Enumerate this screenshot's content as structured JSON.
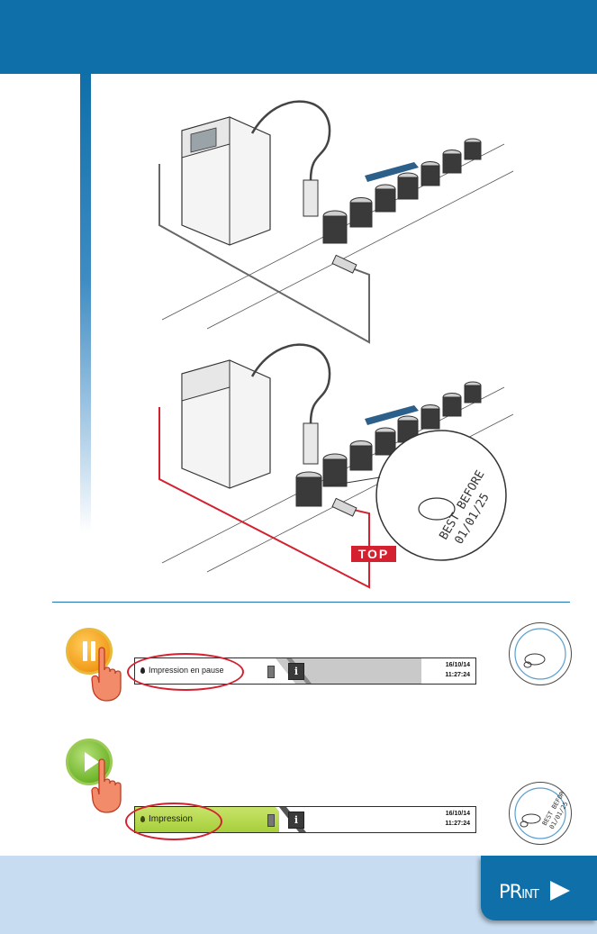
{
  "colors": {
    "header_blue": "#0f6fa8",
    "band_light_blue": "#c7dcf0",
    "alert_red": "#d32130",
    "pause_orange": "#f29a1a",
    "play_green": "#6eb52b"
  },
  "illustration": {
    "top_label": "TOP",
    "can_print_line1": "BEST BEFORE",
    "can_print_line2": "01/01/25"
  },
  "status_bars": [
    {
      "label": "Impression en pause",
      "date": "16/10/14",
      "time": "11:27:24",
      "state_icon": "pause-icon"
    },
    {
      "label": "Impression",
      "date": "16/10/14",
      "time": "11:27:24",
      "state_icon": "play-icon"
    }
  ],
  "icons": {
    "info": "i",
    "battery": "battery-icon",
    "hand": "hand-pointer-icon"
  },
  "print_button": {
    "label_big": "PR",
    "label_small": "INT",
    "arrow_icon": "play-arrow-icon"
  }
}
